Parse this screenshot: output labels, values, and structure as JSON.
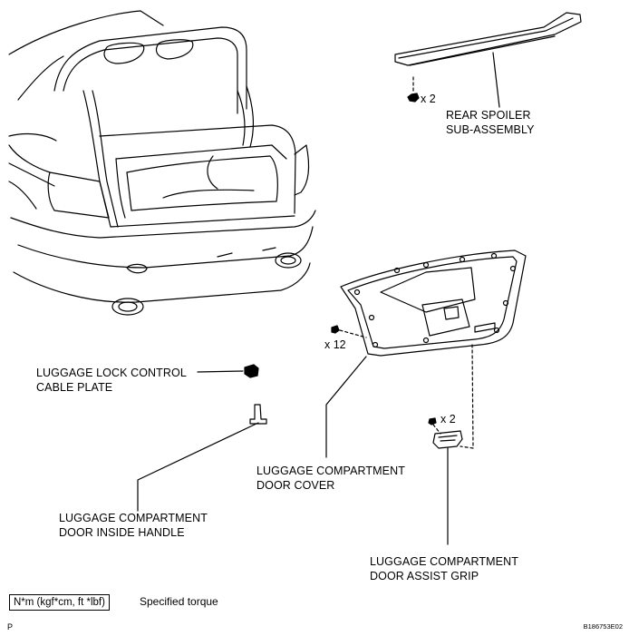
{
  "labels": {
    "rear_spoiler": [
      "REAR SPOILER",
      "SUB-ASSEMBLY"
    ],
    "cable_plate": [
      "LUGGAGE LOCK CONTROL",
      "CABLE PLATE"
    ],
    "door_cover": [
      "LUGGAGE COMPARTMENT",
      "DOOR COVER"
    ],
    "inside_handle": [
      "LUGGAGE COMPARTMENT",
      "DOOR INSIDE HANDLE"
    ],
    "assist_grip": [
      "LUGGAGE COMPARTMENT",
      "DOOR ASSIST GRIP"
    ]
  },
  "quantities": {
    "spoiler_nut": "x 2",
    "cover_clip": "x 12",
    "grip_screw": "x 2"
  },
  "legend": {
    "torque_unit": "N*m (kgf*cm, ft *lbf)",
    "torque_text": "Specified torque"
  },
  "footer": {
    "corner_letter": "P",
    "figure_id": "B186753E02"
  }
}
